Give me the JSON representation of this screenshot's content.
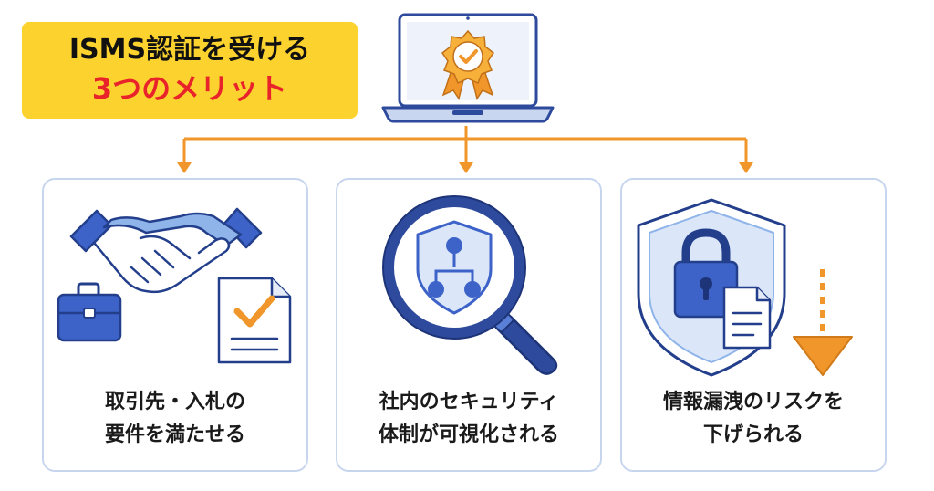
{
  "title": {
    "line1": "ISMS認証を受ける",
    "line2": "3つのメリット"
  },
  "icons": {
    "top": "laptop-certificate-badge-icon",
    "card1": "handshake-briefcase-document-icon",
    "card2": "magnifier-shield-network-icon",
    "card3": "shield-lock-document-down-arrow-icon"
  },
  "colors": {
    "title_bg": "#fcd22e",
    "title_accent": "#e8242a",
    "connector": "#f0962a",
    "card_border": "#c7d6ee",
    "icon_blue": "#3d63c9",
    "icon_light_blue": "#8fb4ea",
    "icon_orange": "#f0962a"
  },
  "cards": [
    {
      "line1": "取引先・入札の",
      "line2": "要件を満たせる"
    },
    {
      "line1": "社内のセキュリティ",
      "line2": "体制が可視化される"
    },
    {
      "line1": "情報漏洩のリスクを",
      "line2": "下げられる"
    }
  ]
}
